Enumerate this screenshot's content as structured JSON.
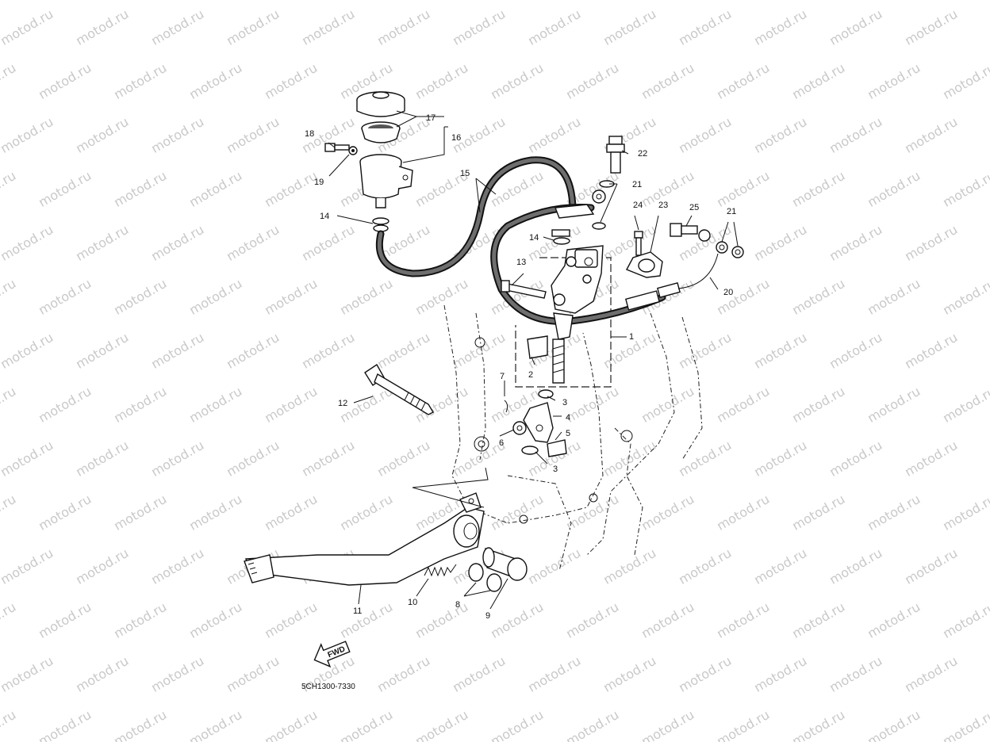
{
  "watermark": "motod.ru",
  "drawing_code": "5CH1300-7330",
  "fwd_label": "FWD",
  "callouts": [
    {
      "id": "c1",
      "text": "1"
    },
    {
      "id": "c2",
      "text": "2"
    },
    {
      "id": "c3a",
      "text": "3"
    },
    {
      "id": "c3b",
      "text": "3"
    },
    {
      "id": "c4",
      "text": "4"
    },
    {
      "id": "c5",
      "text": "5"
    },
    {
      "id": "c6",
      "text": "6"
    },
    {
      "id": "c7",
      "text": "7"
    },
    {
      "id": "c8",
      "text": "8"
    },
    {
      "id": "c9",
      "text": "9"
    },
    {
      "id": "c10",
      "text": "10"
    },
    {
      "id": "c11",
      "text": "11"
    },
    {
      "id": "c12",
      "text": "12"
    },
    {
      "id": "c13",
      "text": "13"
    },
    {
      "id": "c14a",
      "text": "14"
    },
    {
      "id": "c14b",
      "text": "14"
    },
    {
      "id": "c15",
      "text": "15"
    },
    {
      "id": "c16",
      "text": "16"
    },
    {
      "id": "c17",
      "text": "17"
    },
    {
      "id": "c18",
      "text": "18"
    },
    {
      "id": "c19",
      "text": "19"
    },
    {
      "id": "c20",
      "text": "20"
    },
    {
      "id": "c21a",
      "text": "21"
    },
    {
      "id": "c21b",
      "text": "21"
    },
    {
      "id": "c22",
      "text": "22"
    },
    {
      "id": "c23",
      "text": "23"
    },
    {
      "id": "c24",
      "text": "24"
    },
    {
      "id": "c25",
      "text": "25"
    }
  ]
}
